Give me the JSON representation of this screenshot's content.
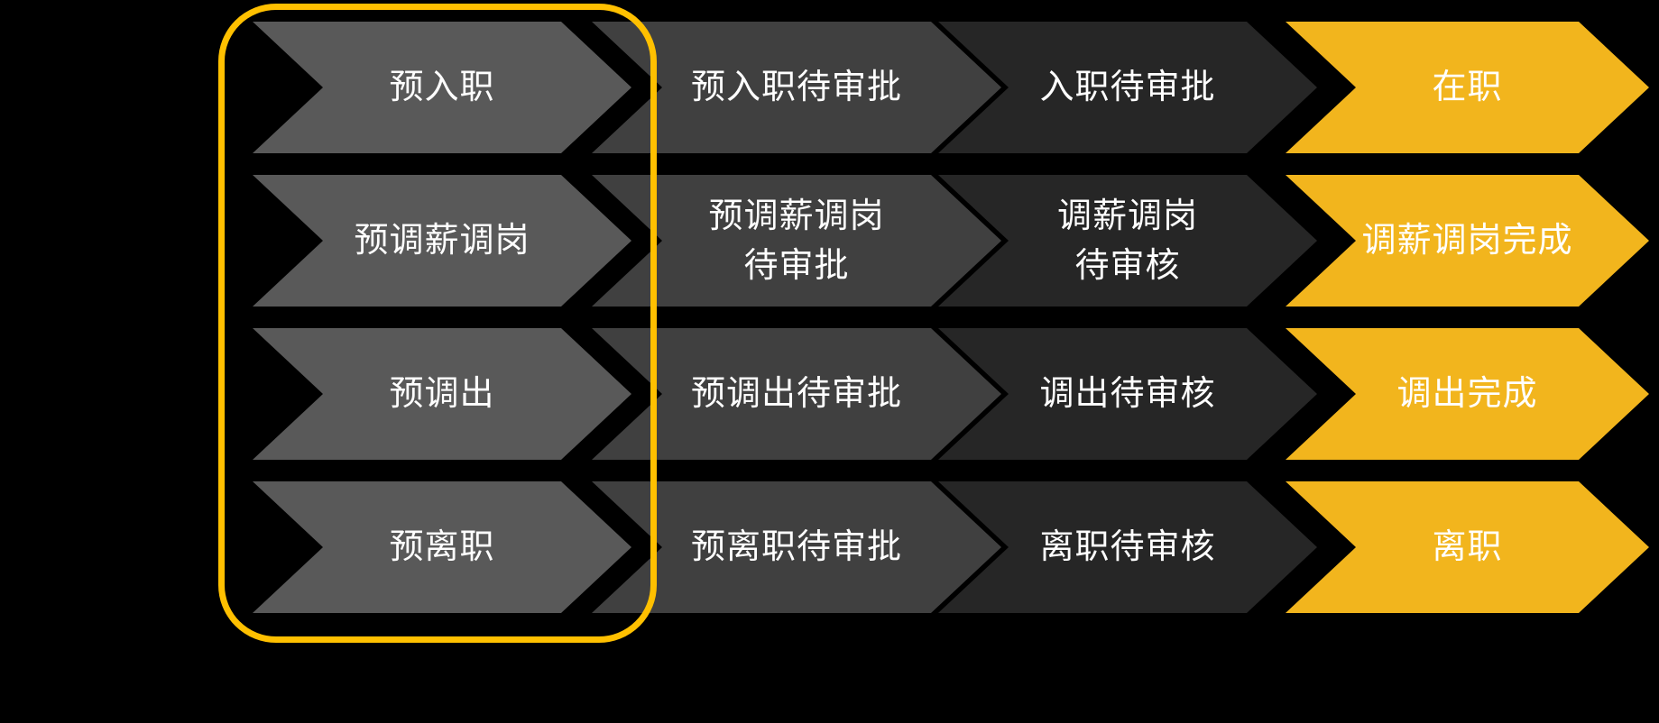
{
  "diagram": {
    "title_hint": "employee-status-flow",
    "background": "#000000",
    "text_color": "#ffffff",
    "highlight_frame_color": "#ffc000",
    "stage_colors": [
      "#595959",
      "#404040",
      "#262626",
      "#f2b51d"
    ],
    "rows": [
      {
        "id": "onboarding",
        "cells": [
          "预入职",
          "预入职待审批",
          "入职待审批",
          "在职"
        ]
      },
      {
        "id": "salary-post-adjustment",
        "cells": [
          "预调薪调岗",
          "预调薪调岗\n待审批",
          "调薪调岗\n待审核",
          "调薪调岗完成"
        ]
      },
      {
        "id": "transfer-out",
        "cells": [
          "预调出",
          "预调出待审批",
          "调出待审核",
          "调出完成"
        ]
      },
      {
        "id": "resignation",
        "cells": [
          "预离职",
          "预离职待审批",
          "离职待审核",
          "离职"
        ]
      }
    ]
  }
}
